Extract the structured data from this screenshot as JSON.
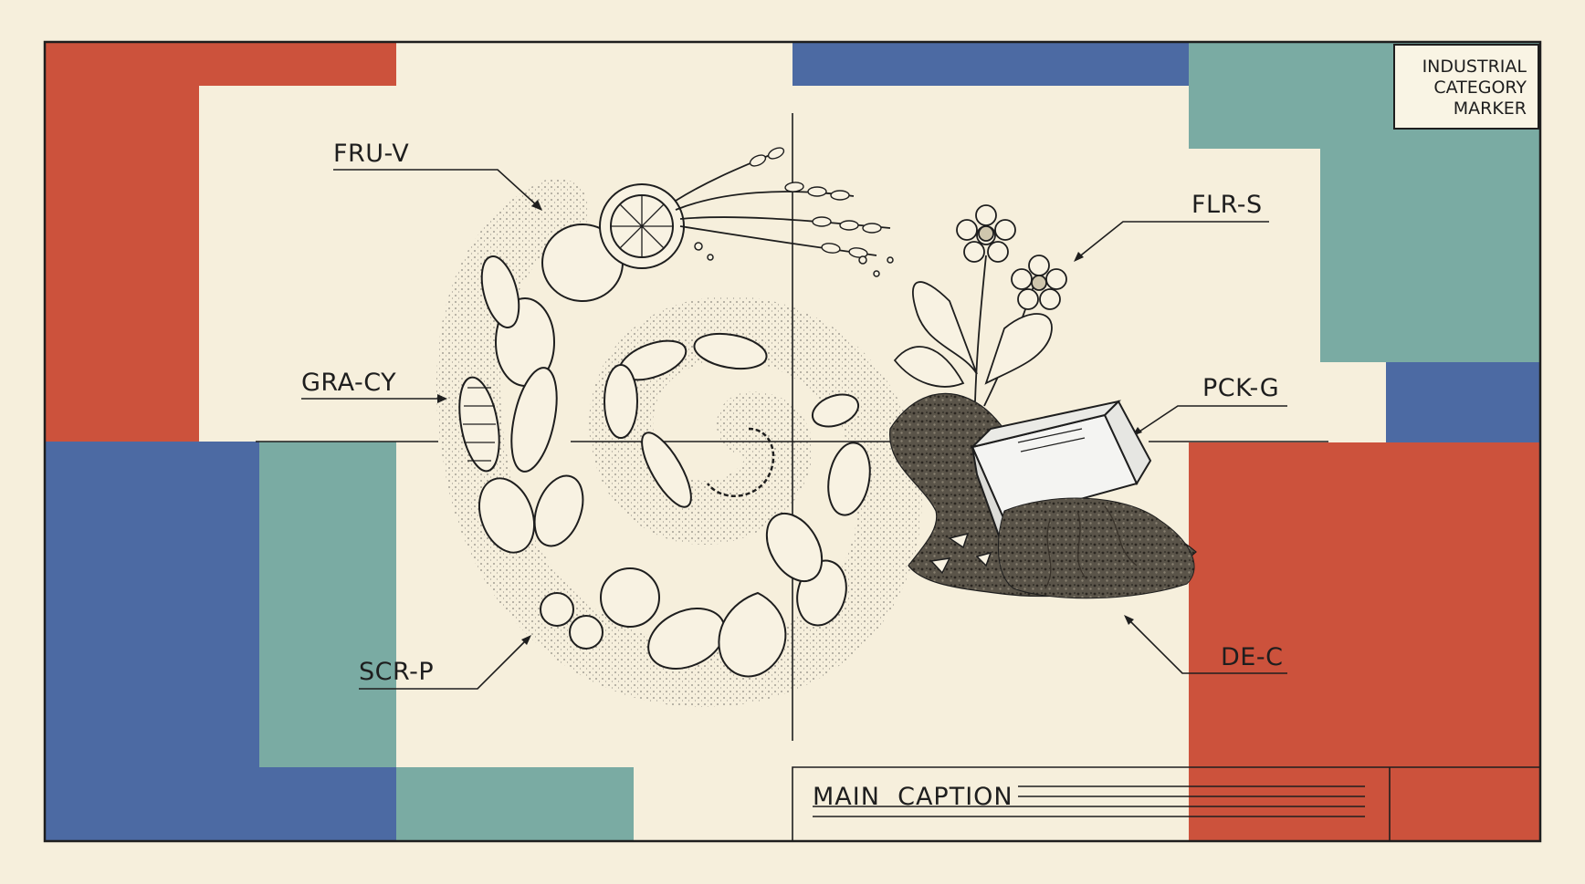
{
  "colors": {
    "background": "#f6efdc",
    "red": "#cc523c",
    "blue": "#4c6aa3",
    "teal": "#7aaba3",
    "ink": "#1e1e1e"
  },
  "labels": {
    "fruit_veg": "FRU-V",
    "grains_cycle": "GRA-CY",
    "scraps": "SCR-P",
    "flowers": "FLR-S",
    "packaging": "PCK-G",
    "decomposition": "DE-C"
  },
  "marker": {
    "line1": "INDUSTRIAL",
    "line2": "CATEGORY",
    "line3": "MARKER"
  },
  "caption": {
    "text": "MAIN  CAPTION"
  },
  "illustration": {
    "subject": "spiral of fruits, vegetables and grains decomposing into soil, flowers and packaging"
  }
}
